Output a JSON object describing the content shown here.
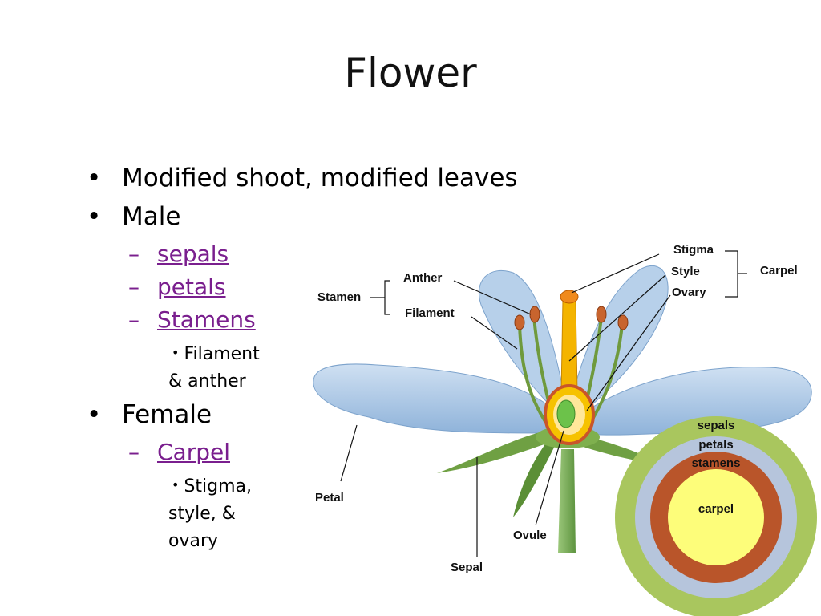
{
  "slide": {
    "title": "Flower",
    "bullets": {
      "b1": "Modified shoot, modified leaves",
      "male": "Male",
      "sepals": "sepals",
      "petals": "petals",
      "stamens": "Stamens",
      "stamens_sub_1": "Filament",
      "stamens_sub_2": "& anther",
      "female": "Female",
      "carpel": "Carpel",
      "carpel_sub_1": "Stigma,",
      "carpel_sub_2": "style, &",
      "carpel_sub_3": "ovary"
    },
    "bullet_glyph": "•",
    "dash_glyph": "–"
  },
  "diagram": {
    "labels": {
      "stigma": "Stigma",
      "style": "Style",
      "ovary": "Ovary",
      "carpel": "Carpel",
      "anther": "Anther",
      "filament": "Filament",
      "stamen": "Stamen",
      "petal": "Petal",
      "ovule": "Ovule",
      "sepal": "Sepal"
    },
    "rings": {
      "sepals": "sepals",
      "petals": "petals",
      "stamens": "stamens",
      "carpel": "carpel"
    },
    "colors": {
      "sepals_ring": "#a9c65e",
      "petals_ring": "#b6c5dc",
      "stamens_ring": "#b9552a",
      "carpel_core": "#fdfd7a",
      "petal_fill": "#a8c6e6",
      "sepal_fill": "#6fa043",
      "style_fill": "#f4b400",
      "link_purple": "#7a1f8e"
    }
  }
}
